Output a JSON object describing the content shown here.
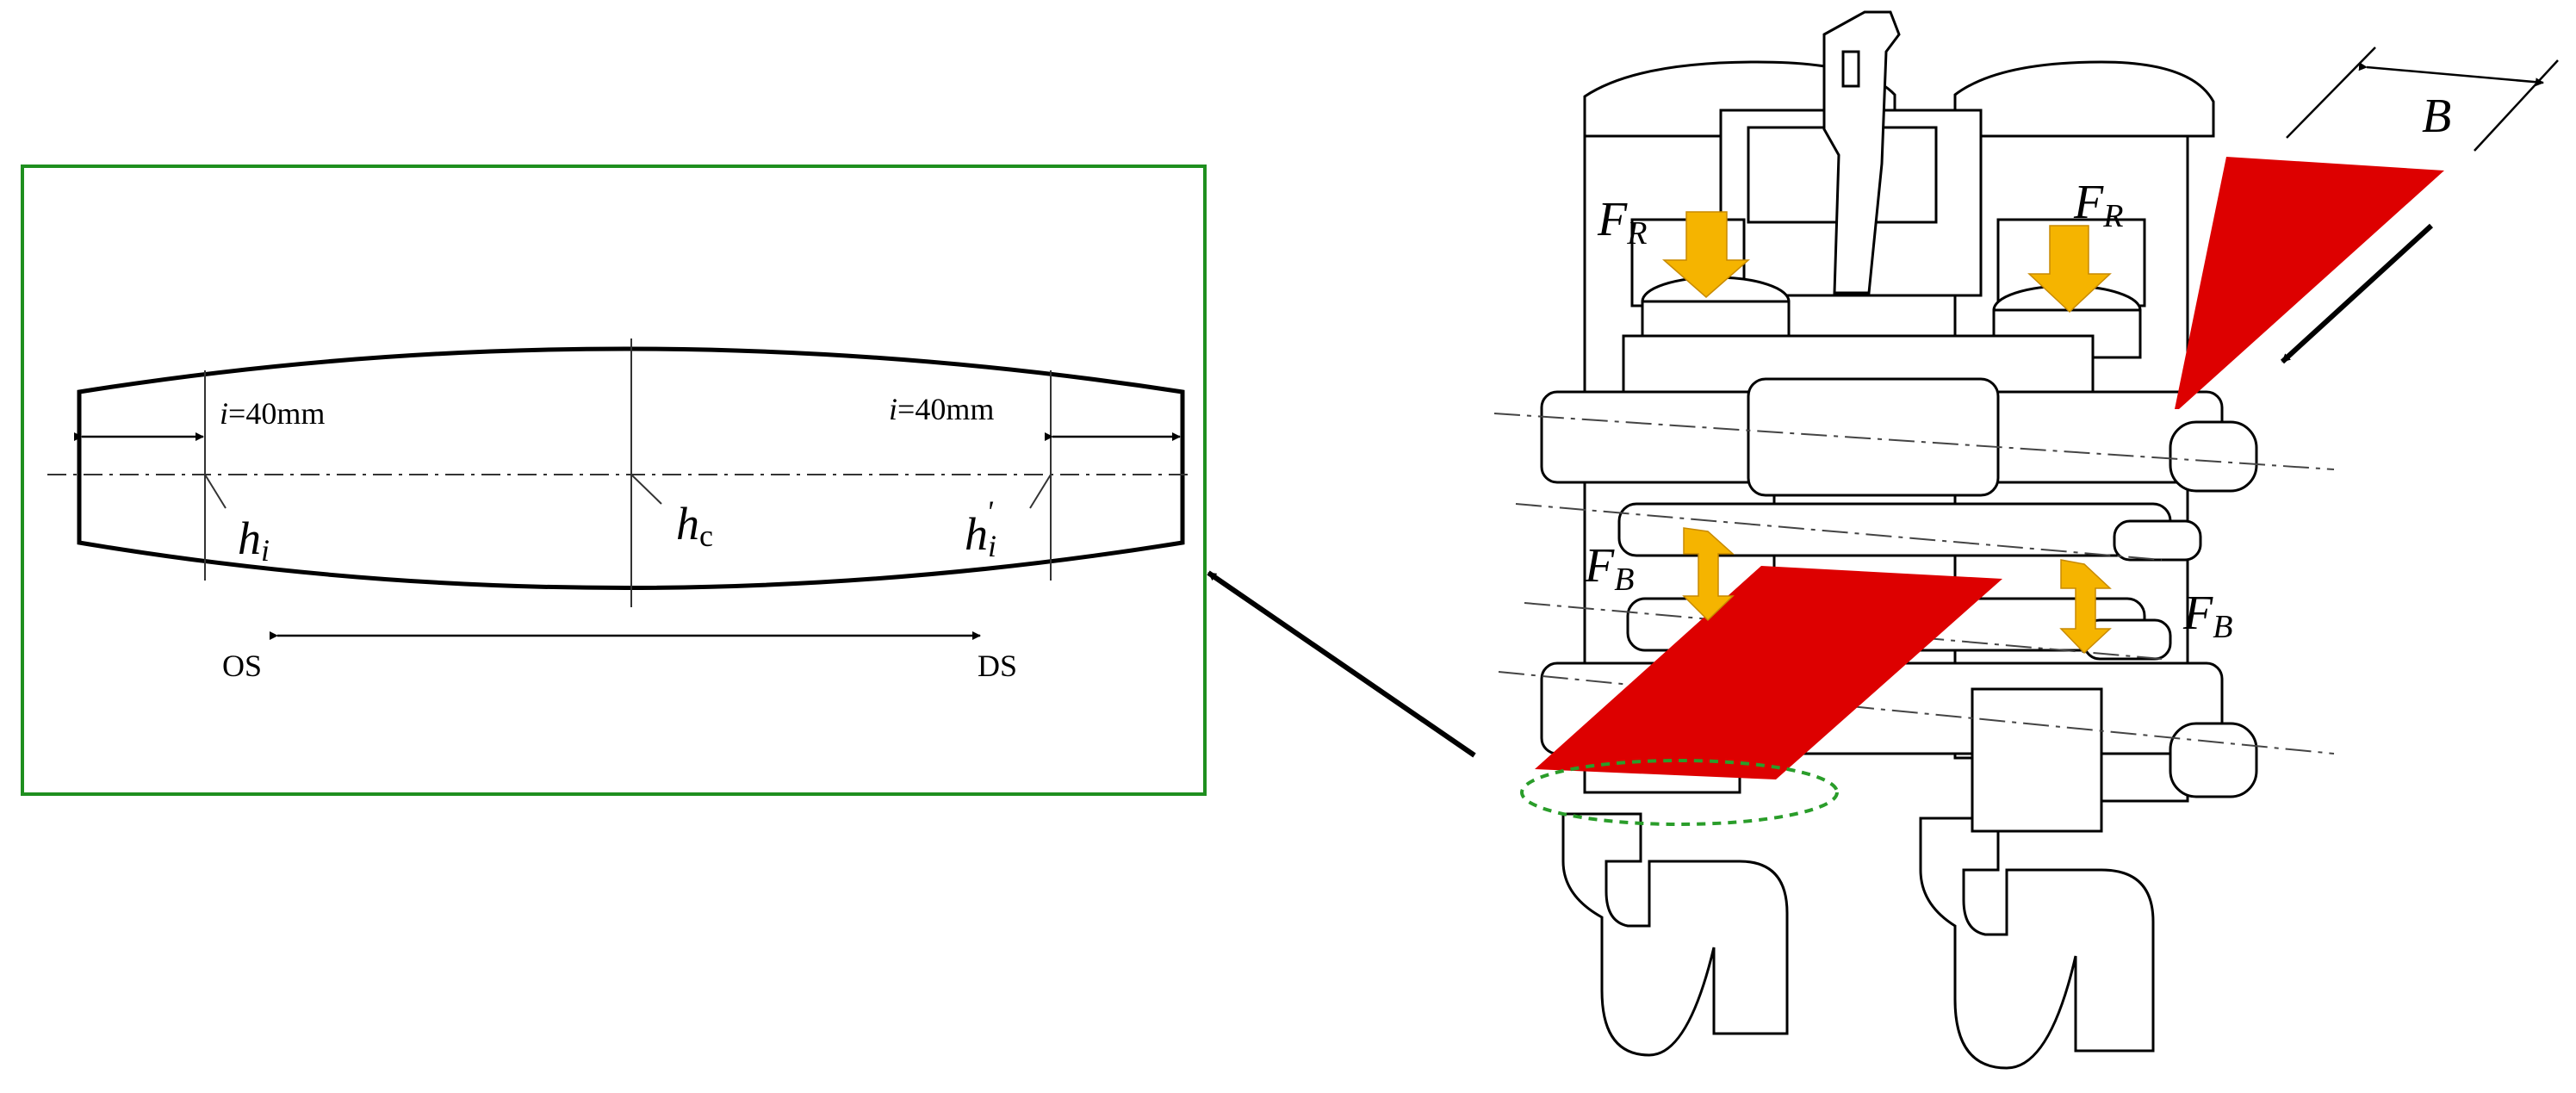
{
  "profile": {
    "left_width_label_var": "i",
    "left_width_label_value": "=40mm",
    "right_width_label_var": "i",
    "right_width_label_value": "=40mm",
    "edge_thickness_left": "h",
    "edge_thickness_left_sub": "i",
    "center_thickness": "h",
    "center_thickness_sub": "c",
    "edge_thickness_right": "h",
    "edge_thickness_right_sub": "i",
    "edge_thickness_right_prime": "'",
    "os_label": "OS",
    "ds_label": "DS"
  },
  "mill": {
    "roll_force_label": "F",
    "roll_force_sub": "R",
    "bending_force_label": "F",
    "bending_force_sub": "B",
    "width_label": "B"
  },
  "colors": {
    "inset_frame": "#1f8f1f",
    "strip": "#dd0000",
    "force_arrow": "#f5b400",
    "edge_marker": "#2a9d2a"
  }
}
